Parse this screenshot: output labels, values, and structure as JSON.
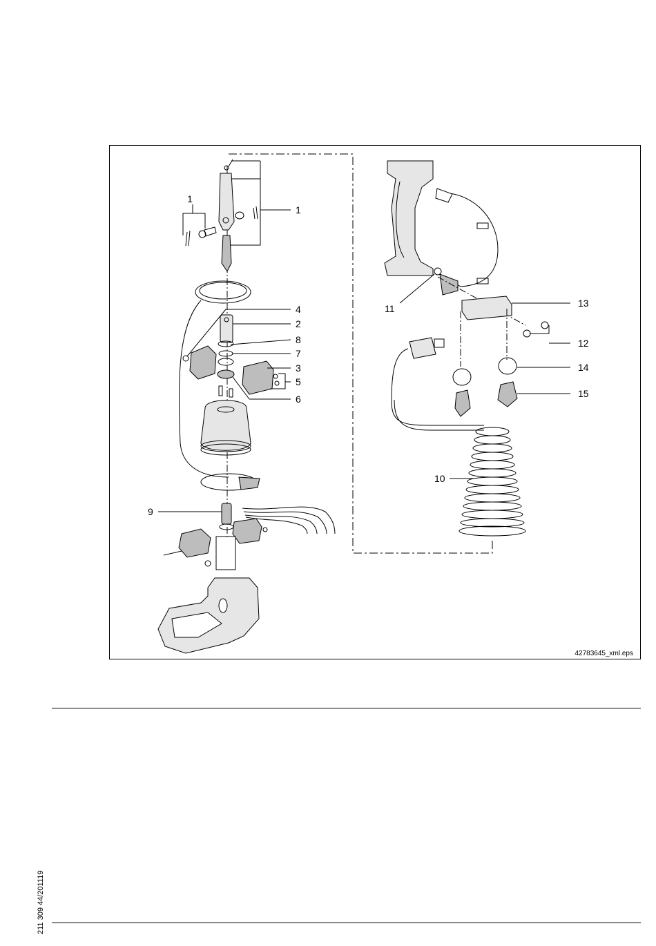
{
  "figure": {
    "file_id": "42783645_xml.eps",
    "callouts": [
      "1",
      "1",
      "2",
      "3",
      "4",
      "5",
      "6",
      "7",
      "8",
      "9",
      "10",
      "11",
      "12",
      "13",
      "14",
      "15"
    ]
  },
  "footer": {
    "doc_code": "211 309 44/201119"
  },
  "colors": {
    "line": "#000000",
    "shade": "#bdbdbd",
    "light_shade": "#e6e6e6",
    "background": "#ffffff"
  }
}
